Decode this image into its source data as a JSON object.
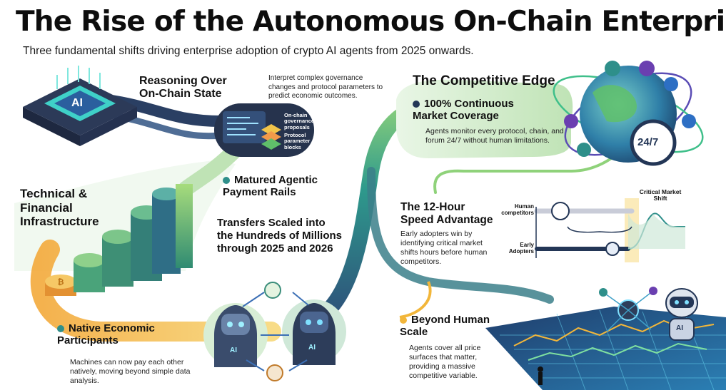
{
  "header": {
    "title": "The Rise of the Autonomous On-Chain Enterprise",
    "subtitle": "Three fundamental shifts driving enterprise adoption of crypto AI agents from 2025 onwards."
  },
  "left": {
    "reasoning_title": "Reasoning Over On-Chain State",
    "reasoning_desc": "Interpret complex governance changes and protocol parameters to predict economic outcomes.",
    "chip_label": "AI",
    "screen_labels": [
      "On-chain governance proposals",
      "Protocol parameter blocks"
    ],
    "rails_title": "Matured Agentic Payment Rails",
    "infra_title": "Technical & Financial Infrastructure",
    "transfers_title": "Transfers Scaled into the Hundreds of Millions through 2025 and 2026",
    "native_title": "Native Economic Participants",
    "native_desc": "Machines can now pay each other natively, moving beyond simple data analysis.",
    "robot_badge": "AI"
  },
  "right": {
    "edge_title": "The Competitive Edge",
    "coverage_title": "100% Continuous Market Coverage",
    "coverage_desc": "Agents monitor every protocol, chain, and forum 24/7 without human limitations.",
    "clock_label": "24/7",
    "speed_title": "The 12-Hour Speed Advantage",
    "speed_desc": "Early adopters win by identifying critical market shifts hours before human competitors.",
    "chart_labels": {
      "human": "Human competitors",
      "early": "Early Adopters",
      "critical": "Critical Market Shift"
    },
    "beyond_title": "Beyond Human Scale",
    "beyond_desc": "Agents cover all price surfaces that matter, providing a massive competitive variable.",
    "robot_badge": "AI"
  },
  "colors": {
    "teal": "#2e8f8a",
    "navy": "#233656",
    "gold": "#f2b63a",
    "green": "#5fbf6a",
    "purple": "#6a3fb0",
    "blue": "#2d6fc4"
  },
  "icons": [
    "ai-chip-icon",
    "globe-icon",
    "clock-icon",
    "robot-icon",
    "coin-stack-icon",
    "brain-icon",
    "stopwatch-icon",
    "person-icon"
  ]
}
